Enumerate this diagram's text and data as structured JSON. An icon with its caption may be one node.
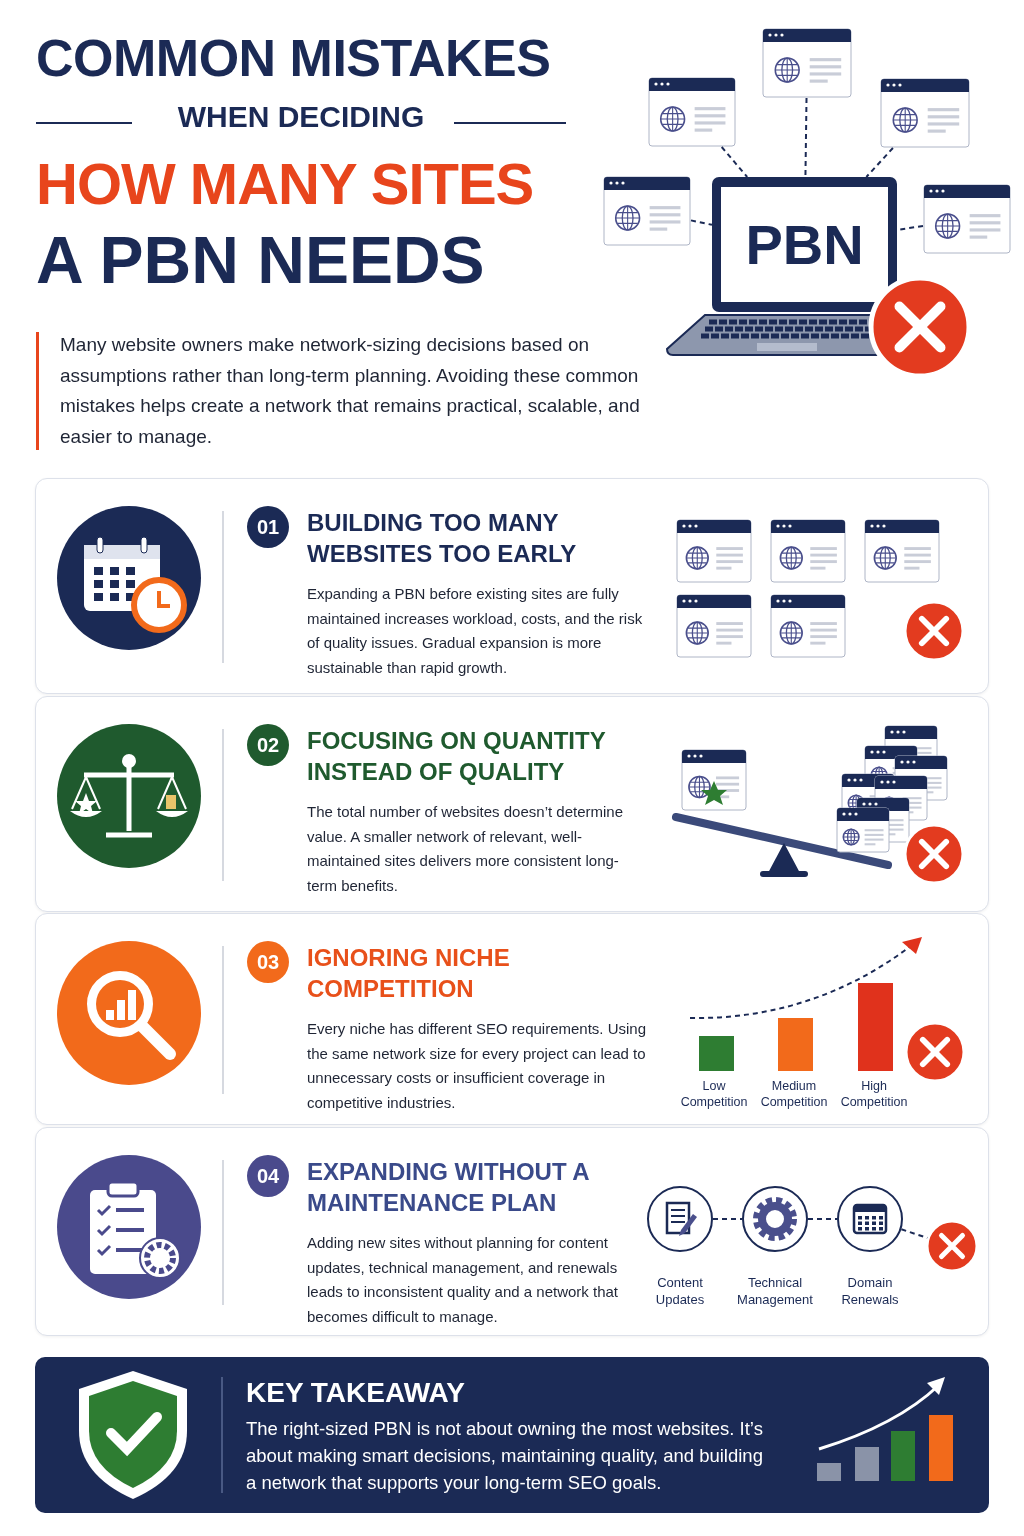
{
  "diagram": {
    "title": "COMMON MISTAKES",
    "nodes": [
      {
        "text": [
          "PBN"
        ]
      },
      {
        "text": [],
        "shape": "picture"
      },
      {
        "text": [],
        "shape": "picture"
      },
      {
        "text": [],
        "shape": "picture"
      },
      {
        "text": [],
        "shape": "picture"
      },
      {
        "text": [],
        "shape": "picture"
      },
      {
        "text": [
          "01",
          "BUILDING TOO MANY WEBSITES TOO EARLY",
          "Expanding a PBN before existing sites are fully maintained increases workload, costs, and the risk of quality issues. Gradual expansion is more sustainable than rapid growth."
        ]
      },
      {
        "text": [
          "02",
          "FOCUSING ON QUANTITY INSTEAD OF QUALITY",
          "The total number of websites doesn’t determine value. A smaller network of relevant, well-maintained sites delivers more consistent long-term benefits."
        ]
      },
      {
        "text": [
          "03",
          "IGNORING NICHE COMPETITION",
          "Every niche has different SEO requirements. Using the same network size for every project can lead to unnecessary costs or insufficient coverage in competitive industries."
        ]
      },
      {
        "text": [
          "04",
          "EXPANDING WITHOUT A MAINTENANCE PLAN",
          "Adding new sites without planning for content updates, technical management, and renewals leads to inconsistent quality and a network that becomes difficult to manage."
        ]
      },
      {
        "text": [
          "Content Updates"
        ],
        "in": 9
      },
      {
        "text": [
          "Technical Management"
        ],
        "in": 9
      },
      {
        "text": [
          "Domain Renewals"
        ],
        "in": 9
      },
      {
        "text": [],
        "shape": "circle",
        "in": 9
      },
      {
        "text": [
          "KEY TAKEAWAY",
          "The right-sized PBN is not about owning the most websites. It’s about making smart decisions, maintaining quality, and building a network that supports your long-term SEO goals."
        ]
      }
    ],
    "edges": [
      {
        "from": 1,
        "to": 0,
        "arrow": "none",
        "style": "dashed"
      },
      {
        "from": 2,
        "to": 0,
        "arrow": "none",
        "style": "dashed"
      },
      {
        "from": 3,
        "to": 0,
        "arrow": "none",
        "style": "dashed"
      },
      {
        "from": 4,
        "to": 0,
        "arrow": "none",
        "style": "dashed"
      },
      {
        "from": 5,
        "to": 0,
        "arrow": "none",
        "style": "dashed"
      },
      {
        "from": 10,
        "to": 11,
        "arrow": "none",
        "style": "dashed"
      },
      {
        "from": 11,
        "to": 12,
        "arrow": "none",
        "style": "dashed"
      },
      {
        "from": 12,
        "to": 13,
        "arrow": "none",
        "style": "dashed"
      }
    ],
    "labels": [
      "WHEN DECIDING",
      "HOW MANY SITES",
      "A PBN NEEDS",
      "Many website owners make network-sizing decisions based on assumptions rather than long-term planning. Avoiding these common mistakes helps create a network that remains practical, scalable, and easier to manage.",
      "Low Competition",
      "Medium Competition",
      "High Competition"
    ]
  }
}
